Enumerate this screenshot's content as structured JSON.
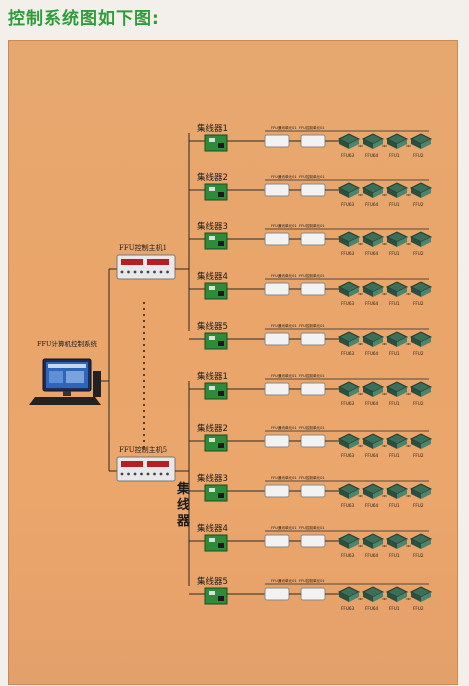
{
  "heading": "控制系统图如下图:",
  "computer": {
    "label": "FFU计算机控制系统"
  },
  "controllers": [
    {
      "label": "FFU控制主机1"
    },
    {
      "label": "FFU控制主机5"
    }
  ],
  "hub_vertical_label": "集线器",
  "groups": [
    {
      "hubs": [
        "集线器1",
        "集线器2",
        "集线器3",
        "集线器4",
        "集线器5"
      ]
    },
    {
      "hubs": [
        "集线器1",
        "集线器2",
        "集线器3",
        "集线器4",
        "集线器5"
      ]
    }
  ],
  "row": {
    "bus_labels": [
      "FFU通讯单元01",
      "FFU控制单元01"
    ],
    "ffu_labels": [
      "FFU63",
      "FFU64",
      "FFU1",
      "FFU2"
    ]
  },
  "colors": {
    "heading": "#2f9c3a",
    "panel": "#e9a56a",
    "line": "#2a2a2a",
    "board": "#2e8b3a"
  }
}
